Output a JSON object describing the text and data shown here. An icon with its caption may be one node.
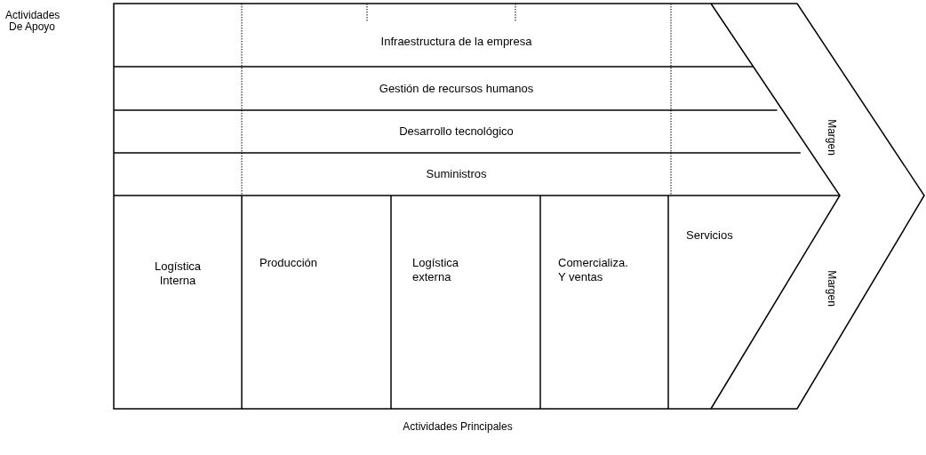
{
  "diagram": {
    "nodes": [
      {
        "text": [
          "Infraestructura de la empresa"
        ]
      },
      {
        "text": [
          "Gestión de recursos humanos"
        ]
      },
      {
        "text": [
          "Desarrollo tecnológico"
        ]
      },
      {
        "text": [
          "Suministros"
        ]
      },
      {
        "text": [
          "Logística Interna"
        ]
      },
      {
        "text": [
          "Producción"
        ]
      },
      {
        "text": [
          "Logística externa"
        ]
      },
      {
        "text": [
          "Comercializa. Y ventas"
        ]
      },
      {
        "text": [
          "Servicios"
        ]
      }
    ],
    "labels": [
      "Actividades De Apoyo",
      "Margen",
      "Margen",
      "Actividades Principales"
    ]
  }
}
